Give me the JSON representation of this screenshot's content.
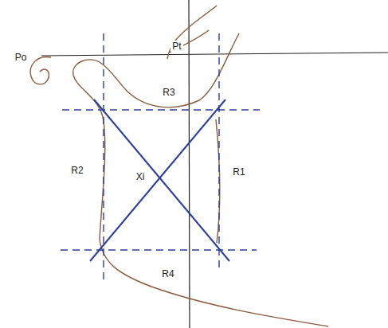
{
  "diagram": {
    "labels": [
      "Po",
      "Pt",
      "R3",
      "R2",
      "Xi",
      "R1",
      "R4"
    ]
  }
}
